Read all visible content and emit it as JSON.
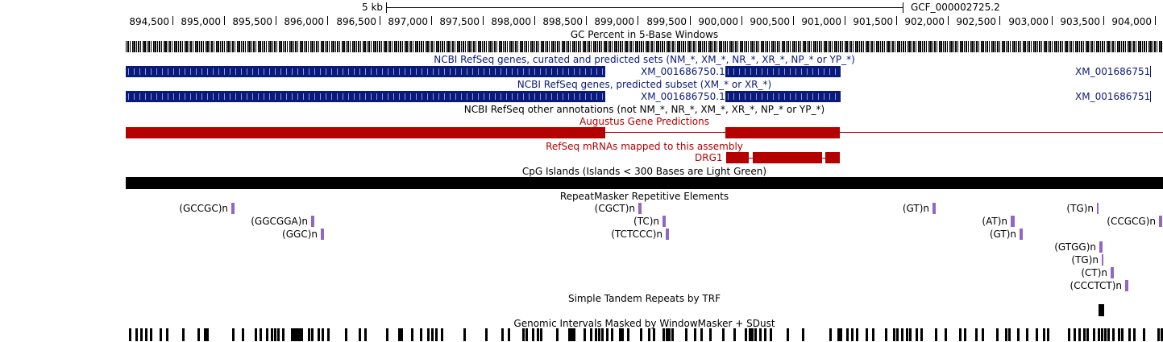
{
  "ruler": {
    "scale_label": "5 kb",
    "assembly_label": "GCF_000002725.2",
    "ticks": [
      "894,500",
      "895,000",
      "895,500",
      "896,000",
      "896,500",
      "897,000",
      "897,500",
      "898,000",
      "898,500",
      "899,000",
      "899,500",
      "900,000",
      "900,500",
      "901,000",
      "901,500",
      "902,000",
      "902,500",
      "903,000",
      "903,500",
      "904,000"
    ]
  },
  "tracks": {
    "gc_percent": "GC Percent in 5-Base Windows",
    "refseq_curated": "NCBI RefSeq genes, curated and predicted sets (NM_*, XM_*, NR_*, XR_*, NP_* or YP_*)",
    "refseq_predicted": "NCBI RefSeq genes, predicted subset (XM_* or XR_*)",
    "refseq_other": "NCBI RefSeq other annotations (not NM_*, NR_*, XM_*, XR_*, NP_* or YP_*)",
    "augustus": "Augustus Gene Predictions",
    "refseq_mrna": "RefSeq mRNAs mapped to this assembly",
    "cpg": "CpG Islands (Islands < 300 Bases are Light Green)",
    "repeatmasker": "RepeatMasker Repetitive Elements",
    "trf": "Simple Tandem Repeats by TRF",
    "windowmasker": "Genomic Intervals Masked by WindowMasker + SDust"
  },
  "genes": {
    "curated_a": "XM_001686750.1",
    "curated_b": "XM_001686751",
    "predicted_a": "XM_001686750.1",
    "predicted_b": "XM_001686751",
    "mrna": "DRG1"
  },
  "repeats": [
    {
      "label": "(GCCGC)n"
    },
    {
      "label": "(GGCGGA)n"
    },
    {
      "label": "(GGC)n"
    },
    {
      "label": "(CGCT)n"
    },
    {
      "label": "(TC)n"
    },
    {
      "label": "(TCTCCC)n"
    },
    {
      "label": "(GT)n"
    },
    {
      "label": "(AT)n"
    },
    {
      "label": "(GT)n"
    },
    {
      "label": "(TG)n"
    },
    {
      "label": "(CCGCG)n"
    },
    {
      "label": "(GTGG)n"
    },
    {
      "label": "(TG)n"
    },
    {
      "label": "(CT)n"
    },
    {
      "label": "(CCCTCT)n"
    }
  ],
  "colors": {
    "refseq_blue": "#0a1a7a",
    "augustus_red": "#b30000",
    "rmsk_purple": "#9366c4",
    "cpg_black": "#000000"
  }
}
